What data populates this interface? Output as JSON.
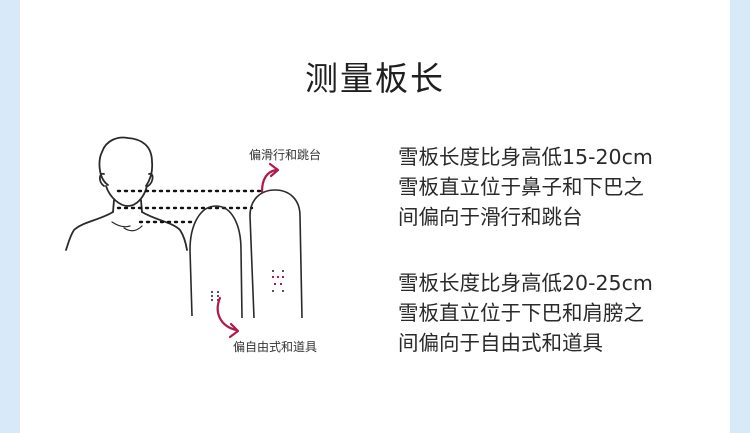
{
  "title": "测量板长",
  "illustration": {
    "label_top": "偏滑行和跳台",
    "label_bottom": "偏自由式和道具",
    "accent_color": "#b0194a"
  },
  "descriptions": [
    {
      "lines": [
        "雪板长度比身高低15-20cm",
        "雪板直立位于鼻子和下巴之",
        "间偏向于滑行和跳台"
      ]
    },
    {
      "lines": [
        "雪板长度比身高低20-25cm",
        "雪板直立位于下巴和肩膀之",
        "间偏向于自由式和道具"
      ]
    }
  ]
}
